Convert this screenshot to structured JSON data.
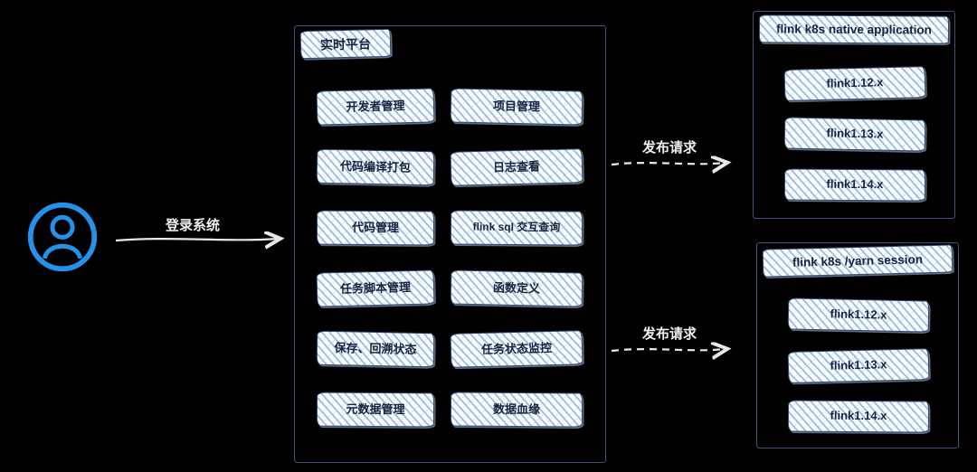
{
  "colors": {
    "background": "#000000",
    "box_border": "#3d5377",
    "hatch_line": "#96b9e0",
    "hatch_bg": "#fbfcfe",
    "text_dark": "#16243d",
    "user_accent": "#2491eb",
    "arrow": "#e8e8e8"
  },
  "user": {
    "icon": "user-icon"
  },
  "login_arrow": {
    "label": "登录系统"
  },
  "platform": {
    "title": "实时平台",
    "left_items": [
      "开发者管理",
      "代码编译打包",
      "代码管理",
      "任务脚本管理",
      "保存、回溯状态",
      "元数据管理"
    ],
    "right_items": [
      "项目管理",
      "日志查看",
      "flink sql 交互查询",
      "函数定义",
      "任务状态监控",
      "数据血缘"
    ]
  },
  "publish_arrows": [
    {
      "label": "发布请求"
    },
    {
      "label": "发布请求"
    }
  ],
  "clusters": [
    {
      "title": "flink k8s native application",
      "versions": [
        "flink1.12.x",
        "flink1.13.x",
        "flink1.14.x"
      ]
    },
    {
      "title": "flink k8s /yarn session",
      "versions": [
        "flink1.12.x",
        "flink1.13.x",
        "flink1.14.x"
      ]
    }
  ]
}
